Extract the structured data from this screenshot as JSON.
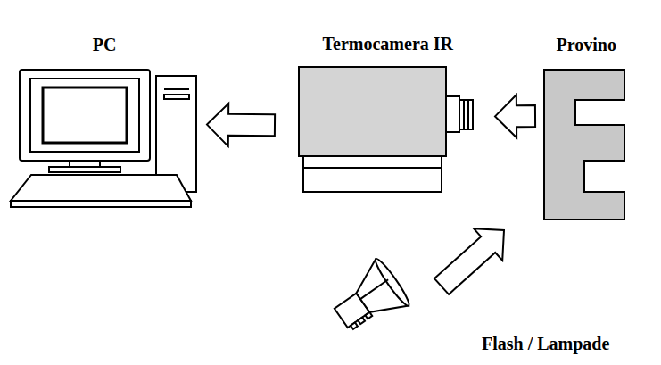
{
  "diagram": {
    "nodes": [
      {
        "text": [
          "PC"
        ]
      },
      {
        "text": [
          "Termocamera IR"
        ]
      },
      {
        "text": [
          "Provino"
        ]
      },
      {
        "text": [
          "Flash / Lampade"
        ]
      }
    ],
    "edges": [
      {
        "from": 2,
        "to": 1,
        "arrow": "to"
      },
      {
        "from": 1,
        "to": 0,
        "arrow": "to"
      },
      {
        "from": 3,
        "to": 2,
        "arrow": "to"
      }
    ]
  }
}
